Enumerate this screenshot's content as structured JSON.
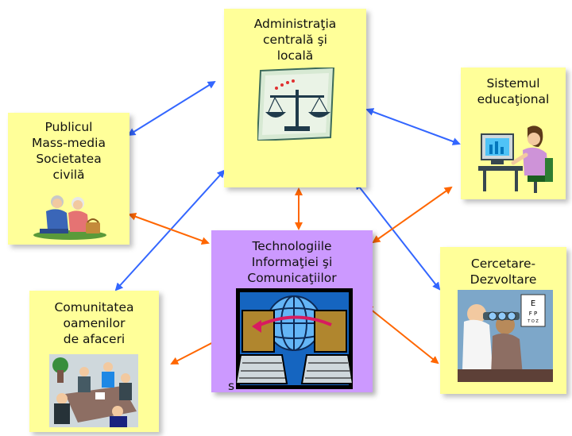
{
  "colors": {
    "box": "#ffff99",
    "center_box": "#cc99ff",
    "blue_arrow": "#3366ff",
    "orange_arrow": "#ff6600"
  },
  "nodes": {
    "administratie": {
      "lines": [
        "Administraţia",
        "centrală şi",
        "locală"
      ],
      "icon": "scales-of-justice-icon"
    },
    "public": {
      "lines": [
        "Publicul",
        "Mass-media",
        "Societatea",
        "civilă"
      ],
      "icon": "elderly-couple-icon"
    },
    "educational": {
      "lines": [
        "Sistemul",
        "educaţional"
      ],
      "icon": "woman-at-computer-icon"
    },
    "tic": {
      "lines": [
        "Technologiile",
        "Informaţiei şi",
        "Comunicaţiilor"
      ],
      "icon": "networked-computers-globe-icon",
      "hidden_fragment": "s"
    },
    "cercetare": {
      "lines": [
        "Cercetare-",
        "Dezvoltare"
      ],
      "icon": "eye-examination-icon"
    },
    "afaceri": {
      "lines": [
        "Comunitatea",
        "oamenilor",
        "de afaceri"
      ],
      "icon": "business-meeting-icon"
    }
  }
}
